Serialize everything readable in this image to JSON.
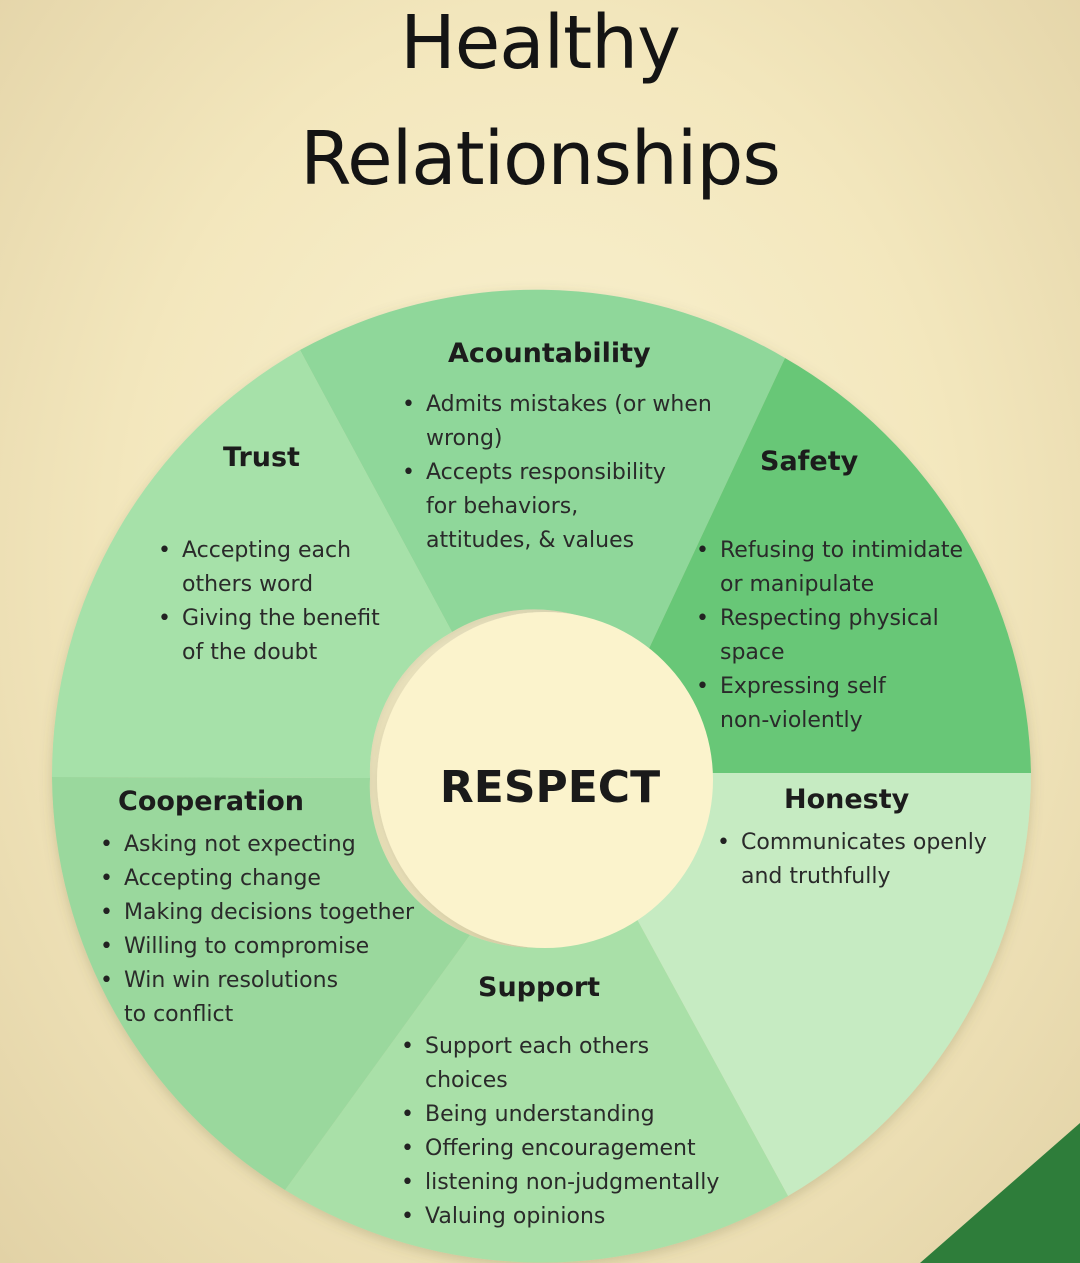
{
  "title": {
    "line1": "Healthy",
    "line2": "Relationships"
  },
  "center_label": "RESPECT",
  "segments": {
    "accountability": {
      "title": "Acountability",
      "bullets": [
        "Admits mistakes (or when\nwrong)",
        "Accepts responsibility\nfor behaviors,\nattitudes, & values"
      ],
      "color": "#8fd79a"
    },
    "safety": {
      "title": "Safety",
      "bullets": [
        "Refusing to intimidate\nor manipulate",
        "Respecting physical\nspace",
        "Expressing self\nnon-violently"
      ],
      "color": "#67c777"
    },
    "honesty": {
      "title": "Honesty",
      "bullets": [
        "Communicates openly\nand truthfully"
      ],
      "color": "#c6ebc2"
    },
    "support": {
      "title": "Support",
      "bullets": [
        "Support each others\nchoices",
        "Being understanding",
        "Offering encouragement",
        "listening non-judgmentally",
        "Valuing opinions"
      ],
      "color": "#a9e0a8"
    },
    "cooperation": {
      "title": "Cooperation",
      "bullets": [
        "Asking not expecting",
        "Accepting change",
        "Making decisions together",
        "Willing to compromise",
        "Win win resolutions\nto conflict"
      ],
      "color": "#9ad89d"
    },
    "trust": {
      "title": "Trust",
      "bullets": [
        "Accepting each\nothers word",
        "Giving the benefit\nof the doubt"
      ],
      "color": "#a6e1a9"
    }
  },
  "colors": {
    "hub": "#fbf3cc",
    "corner_accent": "#2e7d3a"
  }
}
